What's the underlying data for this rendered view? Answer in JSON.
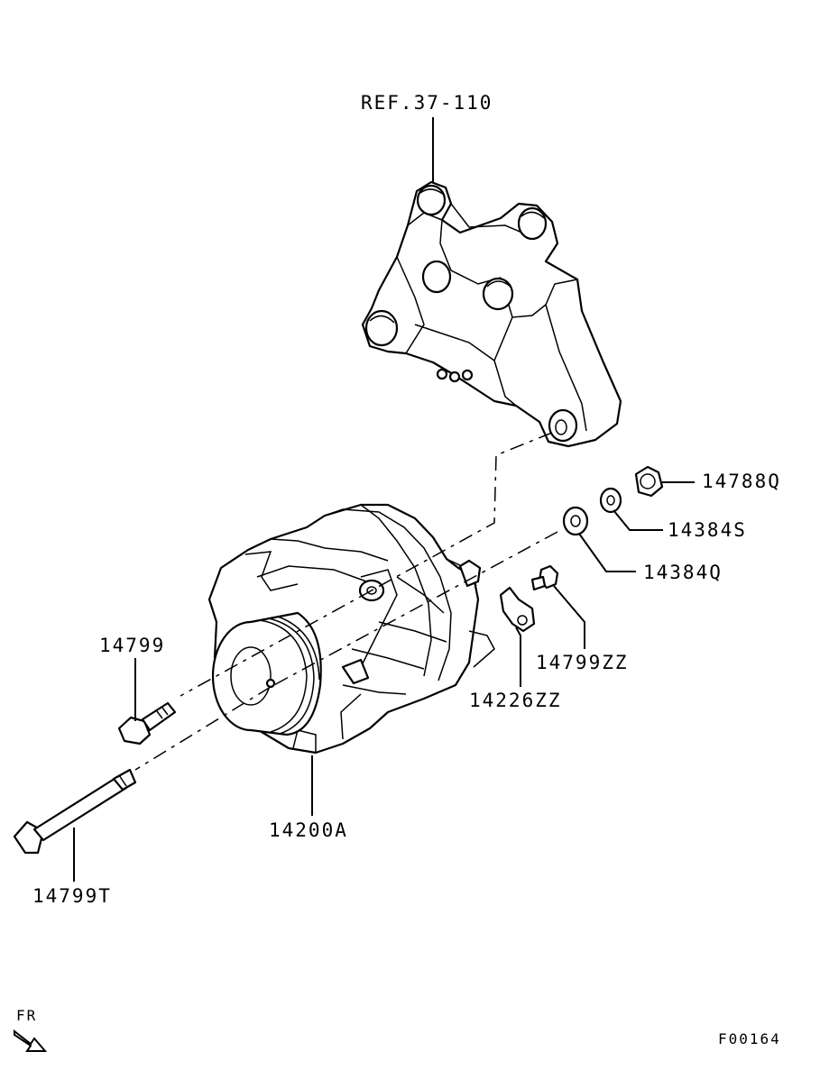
{
  "labels": {
    "ref": "REF.37-110",
    "p14788q": "14788Q",
    "p14384s": "14384S",
    "p14384q": "14384Q",
    "p14799zz": "14799ZZ",
    "p14226zz": "14226ZZ",
    "p14799": "14799",
    "p14200a": "14200A",
    "p14799t": "14799T",
    "fr": "FR",
    "figure_code": "F00164"
  }
}
